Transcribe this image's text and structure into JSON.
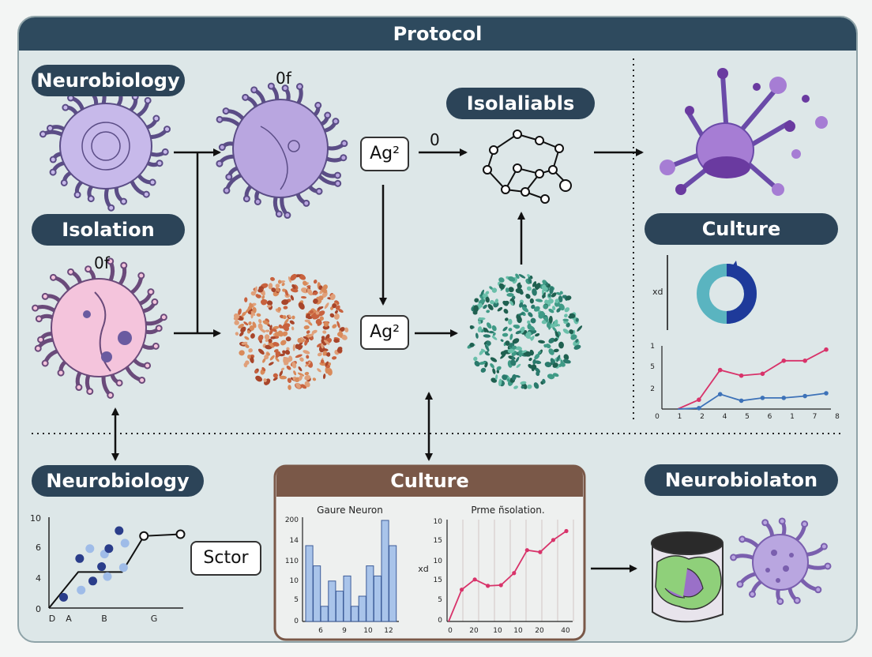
{
  "banner": {
    "title": "Protocol"
  },
  "pills": {
    "neurobiology_top": "Neurobiology",
    "isolation": "Isolation",
    "isolaliabls": "Isolaliabls",
    "culture_right": "Culture",
    "neurobiology_bottom": "Neurobiology",
    "culture_bottom": "Culture",
    "neurobiolaton": "Neurobiolaton"
  },
  "chips": {
    "ag_top": "Ag²",
    "ag_mid": "Ag²",
    "sctor": "Sctor"
  },
  "labels": {
    "of_top": "0f",
    "of_left": "0f",
    "zero": "0",
    "xd_right": "xd",
    "xd_bottom": "xd"
  },
  "colors": {
    "banner": "#2e4a5e",
    "pill": "#2c4458",
    "culture_box": "#7a5848",
    "purple_cell": "#b9a6e0",
    "pink_cell": "#f4c4dc",
    "orange_cell": "#c8623e",
    "teal_cell": "#3f9a86",
    "line_red": "#d8336a",
    "line_blue": "#3d72b8"
  },
  "chart_data": [
    {
      "type": "line",
      "x_tick_labels": [
        "0",
        "1",
        "2",
        "4",
        "5",
        "6",
        "1",
        "7",
        "8"
      ],
      "y_tick_labels": [
        "1",
        "5",
        "2"
      ],
      "series": [
        {
          "values": [
            0,
            0.5,
            2.1,
            1.8,
            1.9,
            2.6,
            2.6,
            3.2
          ]
        },
        {
          "values": [
            0,
            0.05,
            0.8,
            0.45,
            0.6,
            0.6,
            0.7,
            0.85
          ]
        }
      ]
    },
    {
      "type": "scatter",
      "x_tick_labels": [
        "D",
        "A",
        "B",
        "G"
      ],
      "y_tick_labels": [
        "10",
        "6",
        "4",
        "0"
      ],
      "ylim": [
        0,
        10
      ],
      "line": [
        [
          0,
          0
        ],
        [
          2,
          4
        ],
        [
          5,
          4
        ],
        [
          6.5,
          8
        ],
        [
          9,
          8.2
        ]
      ],
      "points": [
        [
          1,
          1.2
        ],
        [
          2.2,
          2
        ],
        [
          3,
          3
        ],
        [
          4,
          3.5
        ],
        [
          3.6,
          4.6
        ],
        [
          3.8,
          6
        ],
        [
          2.1,
          5.5
        ],
        [
          2.8,
          6.6
        ],
        [
          4.1,
          6.6
        ],
        [
          5.2,
          7.2
        ],
        [
          4.8,
          8.6
        ],
        [
          5.1,
          4.5
        ]
      ]
    },
    {
      "type": "bar",
      "title": "Gaure Neuron",
      "x_tick_labels": [
        "6",
        "9",
        "10",
        "12"
      ],
      "y_tick_labels": [
        "200",
        "14",
        "110",
        "10",
        "5",
        "0"
      ],
      "values": [
        15,
        11,
        3,
        8,
        6,
        9,
        3,
        5,
        11,
        9,
        20,
        15
      ]
    },
    {
      "type": "line",
      "title": "Prme ñsolation.",
      "ylabel": "xd",
      "x_tick_labels": [
        "0",
        "20",
        "10",
        "10",
        "20",
        "40"
      ],
      "y_tick_labels": [
        "10",
        "15",
        "10",
        "15",
        "5",
        "0"
      ],
      "series": [
        {
          "values": [
            0,
            5,
            6.6,
            5.6,
            5.7,
            7.6,
            11.2,
            10.9,
            12.8,
            14.2
          ]
        }
      ]
    }
  ]
}
